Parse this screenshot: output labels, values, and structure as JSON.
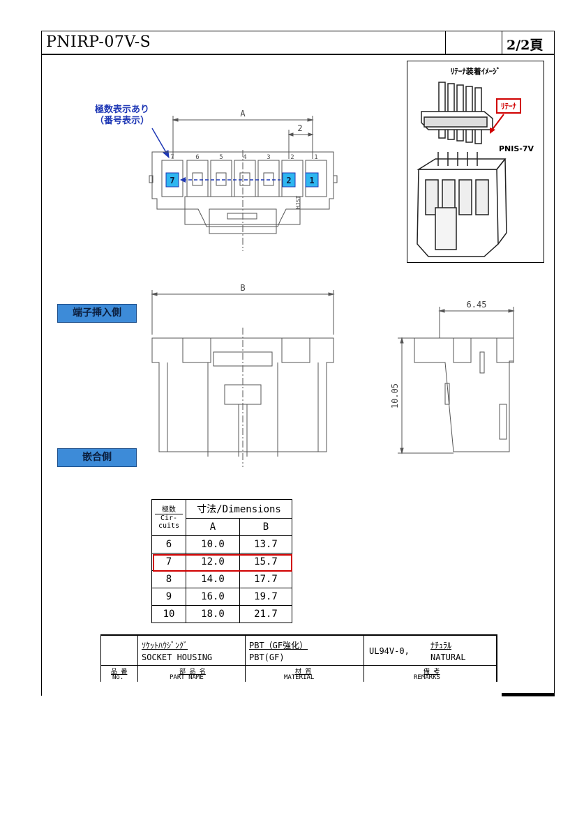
{
  "header": {
    "title": "PNIRP-07V-S",
    "page": "2/2頁"
  },
  "inset": {
    "title": "ﾘﾃｰﾅ装着ｲﾒｰｼﾞ",
    "retainer_label": "ﾘﾃｰﾅ",
    "part_label": "PNIS-7V"
  },
  "callout": {
    "line1": "極数表示あり",
    "line2": "（番号表示）"
  },
  "side_labels": {
    "insert_side": "端子挿入側",
    "mating_side": "嵌合側"
  },
  "drawing": {
    "dim_a": "A",
    "dim_2": "2",
    "dim_b": "B",
    "dim_645": "6.45",
    "dim_1005": "10.05",
    "pin_numbers_top": [
      "7",
      "6",
      "5",
      "4",
      "3",
      "2",
      "1"
    ],
    "pin_first": "7",
    "pin_second": "2",
    "pin_last": "1",
    "maker_mark": "HJST"
  },
  "dimensions_table": {
    "header_circuits_jp": "極数",
    "header_circuits_en": "Cir-cuits",
    "header_dims": "寸法/Dimensions",
    "col_a": "A",
    "col_b": "B",
    "rows": [
      {
        "circuits": "6",
        "a": "10.0",
        "b": "13.7"
      },
      {
        "circuits": "7",
        "a": "12.0",
        "b": "15.7"
      },
      {
        "circuits": "8",
        "a": "14.0",
        "b": "17.7"
      },
      {
        "circuits": "9",
        "a": "16.0",
        "b": "19.7"
      },
      {
        "circuits": "10",
        "a": "18.0",
        "b": "21.7"
      }
    ],
    "highlighted_circuits": "7"
  },
  "bom": {
    "part_name_jp": "ｿｹｯﾄﾊｳｼﾞﾝｸﾞ",
    "part_name_en": "SOCKET HOUSING",
    "material_jp": "PBT（GF強化）",
    "material_en": "PBT(GF)",
    "remarks_main": "UL94V-0,",
    "remarks_color_jp": "ﾅﾁｭﾗﾙ",
    "remarks_color_en": "NATURAL",
    "label_no_jp": "品 番",
    "label_no_en": "No.",
    "label_part_jp": "部 品 名",
    "label_part_en": "PART NAME",
    "label_material_jp": "材 質",
    "label_material_en": "MATERIAL",
    "label_remarks_jp": "備 考",
    "label_remarks_en": "REMARKS"
  },
  "colors": {
    "highlight_red": "#d00000",
    "label_blue": "#3d8bd8",
    "callout_blue": "#1f38b5",
    "pin_cyan": "#2fb6f0"
  }
}
